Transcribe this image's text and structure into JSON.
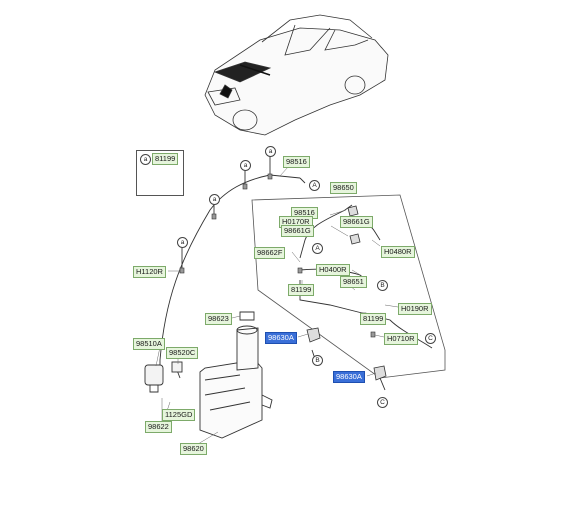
{
  "accent_color": "#3a6fd8",
  "label_color": "#e6f5dc",
  "callouts": {
    "a": "a",
    "A": "A",
    "B": "B",
    "C": "C"
  },
  "parts": {
    "p81199_legend": "81199",
    "p98516_top": "98516",
    "p98650": "98650",
    "p98516_inset": "98516",
    "H0170R": "H0170R",
    "p98661G_1": "98661G",
    "p98661G_2": "98661G",
    "H0480R": "H0480R",
    "p98662F": "98662F",
    "H0400R": "H0400R",
    "p98651": "98651",
    "p81199_inset": "81199",
    "H0190R": "H0190R",
    "p81199_lower": "81199",
    "H0710R": "H0710R",
    "H1120R": "H1120R",
    "p98623": "98623",
    "p98630A_1": "98630A",
    "p98630A_2": "98630A",
    "p98510A": "98510A",
    "p98520C": "98520C",
    "p1125GD": "1125GD",
    "p98622": "98622",
    "p98620": "98620"
  }
}
